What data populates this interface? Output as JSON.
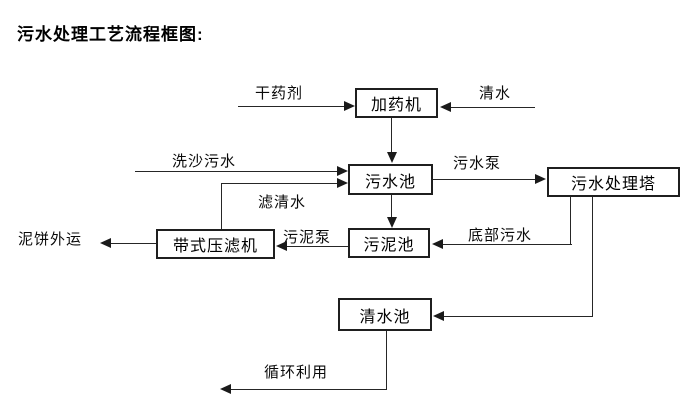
{
  "title": "污水处理工艺流程框图:",
  "diagram": {
    "nodes": [
      {
        "id": "dosing-machine",
        "label": "加药机"
      },
      {
        "id": "sewage-pool",
        "label": "污水池"
      },
      {
        "id": "treatment-tower",
        "label": "污水处理塔"
      },
      {
        "id": "sludge-pool",
        "label": "污泥池"
      },
      {
        "id": "belt-filter-press",
        "label": "带式压滤机"
      },
      {
        "id": "clean-water-pool",
        "label": "清水池"
      }
    ],
    "edge_labels": [
      {
        "id": "dry-agent",
        "text": "干药剂"
      },
      {
        "id": "clean-water",
        "text": "清水"
      },
      {
        "id": "sand-wash-sewage",
        "text": "洗沙污水"
      },
      {
        "id": "sewage-pump",
        "text": "污水泵"
      },
      {
        "id": "filtered-water",
        "text": "滤清水"
      },
      {
        "id": "sludge-pump",
        "text": "污泥泵"
      },
      {
        "id": "bottom-sewage",
        "text": "底部污水"
      },
      {
        "id": "mudcake-out",
        "text": "泥饼外运"
      },
      {
        "id": "recycle-use",
        "text": "循环利用"
      }
    ],
    "colors": {
      "background": "#ffffff",
      "line": "#262626",
      "box_border": "#1f1f1f",
      "text": "#000000"
    }
  }
}
